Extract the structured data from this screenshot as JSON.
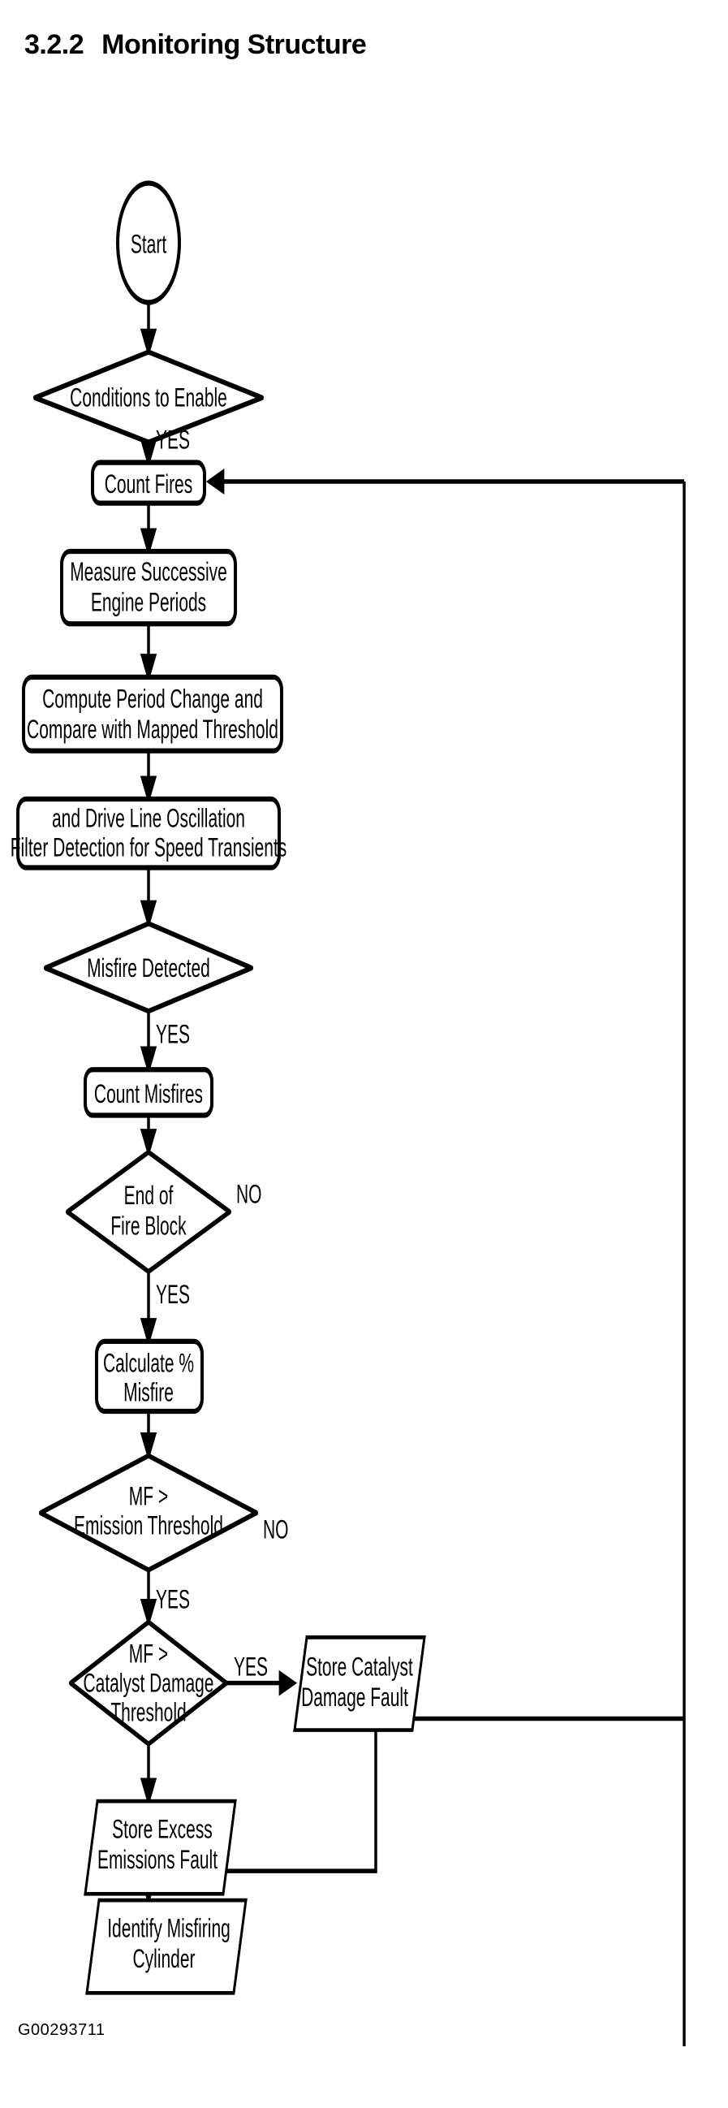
{
  "document": {
    "heading_number": "3.2.2",
    "heading_title": "Monitoring Structure",
    "figure_id": "G00293711"
  },
  "diagram": {
    "type": "flowchart",
    "orientation": "top-to-bottom",
    "nodes": [
      {
        "id": "start",
        "shape": "terminator-ellipse",
        "lines": [
          "Start"
        ]
      },
      {
        "id": "conditions",
        "shape": "decision-diamond",
        "lines": [
          "Conditions to Enable"
        ]
      },
      {
        "id": "count_fires",
        "shape": "process-rounded",
        "lines": [
          "Count Fires"
        ]
      },
      {
        "id": "measure_periods",
        "shape": "process-rounded",
        "lines": [
          "Measure Successive",
          "Engine Periods"
        ]
      },
      {
        "id": "compute_period",
        "shape": "process-rounded",
        "lines": [
          "Compute Period Change and",
          "Compare with Mapped Threshold"
        ]
      },
      {
        "id": "filter_detection",
        "shape": "process-rounded",
        "lines": [
          "and Drive Line Oscillation",
          "Filter Detection for Speed Transients"
        ]
      },
      {
        "id": "misfire_detected",
        "shape": "decision-diamond",
        "lines": [
          "Misfire Detected"
        ]
      },
      {
        "id": "count_misfires",
        "shape": "process-rounded",
        "lines": [
          "Count Misfires"
        ]
      },
      {
        "id": "end_fire_block",
        "shape": "decision-diamond",
        "lines": [
          "End of",
          "Fire Block"
        ]
      },
      {
        "id": "calculate_pct",
        "shape": "process-rounded",
        "lines": [
          "Calculate %",
          "Misfire"
        ]
      },
      {
        "id": "mf_emission",
        "shape": "decision-diamond",
        "lines": [
          "MF >",
          "Emission Threshold"
        ]
      },
      {
        "id": "mf_catalyst",
        "shape": "decision-diamond",
        "lines": [
          "MF >",
          "Catalyst Damage",
          "Threshold"
        ]
      },
      {
        "id": "store_catalyst",
        "shape": "io-parallelogram",
        "lines": [
          "Store Catalyst",
          "Damage Fault"
        ]
      },
      {
        "id": "store_excess",
        "shape": "io-parallelogram",
        "lines": [
          "Store Excess",
          "Emissions Fault"
        ]
      },
      {
        "id": "identify_cyl",
        "shape": "io-parallelogram",
        "lines": [
          "Identify Misfiring",
          "Cylinder"
        ]
      }
    ],
    "edges": [
      {
        "from": "start",
        "to": "conditions",
        "label": ""
      },
      {
        "from": "conditions",
        "to": "count_fires",
        "label": "YES"
      },
      {
        "from": "count_fires",
        "to": "measure_periods",
        "label": ""
      },
      {
        "from": "measure_periods",
        "to": "compute_period",
        "label": ""
      },
      {
        "from": "compute_period",
        "to": "filter_detection",
        "label": ""
      },
      {
        "from": "filter_detection",
        "to": "misfire_detected",
        "label": ""
      },
      {
        "from": "misfire_detected",
        "to": "count_misfires",
        "label": "YES"
      },
      {
        "from": "count_misfires",
        "to": "end_fire_block",
        "label": ""
      },
      {
        "from": "end_fire_block",
        "to": "count_fires",
        "label": "NO"
      },
      {
        "from": "end_fire_block",
        "to": "calculate_pct",
        "label": "YES"
      },
      {
        "from": "calculate_pct",
        "to": "mf_emission",
        "label": ""
      },
      {
        "from": "mf_emission",
        "to": "count_fires",
        "label": "NO"
      },
      {
        "from": "mf_emission",
        "to": "mf_catalyst",
        "label": "YES"
      },
      {
        "from": "mf_catalyst",
        "to": "store_catalyst",
        "label": "YES"
      },
      {
        "from": "mf_catalyst",
        "to": "store_excess",
        "label": ""
      },
      {
        "from": "store_catalyst",
        "to": "identify_cyl",
        "label": ""
      },
      {
        "from": "store_excess",
        "to": "identify_cyl",
        "label": ""
      }
    ],
    "labels": {
      "yes_1": "YES",
      "yes_2": "YES",
      "yes_3": "YES",
      "yes_4": "YES",
      "yes_5": "YES",
      "no_1": "NO",
      "no_2": "NO"
    },
    "text": {
      "start": "Start",
      "conditions": "Conditions to Enable",
      "count_fires": "Count Fires",
      "measure_l1": "Measure Successive",
      "measure_l2": "Engine Periods",
      "compute_l1": "Compute Period Change and",
      "compute_l2": "Compare with Mapped Threshold",
      "filter_l1": "and Drive Line Oscillation",
      "filter_l2": "Filter Detection for Speed Transients",
      "misfire_detected": "Misfire Detected",
      "count_misfires": "Count Misfires",
      "endblock_l1": "End of",
      "endblock_l2": "Fire Block",
      "calc_l1": "Calculate %",
      "calc_l2": "Misfire",
      "mfem_l1": "MF >",
      "mfem_l2": "Emission Threshold",
      "mfcat_l1": "MF >",
      "mfcat_l2": "Catalyst Damage",
      "mfcat_l3": "Threshold",
      "storecat_l1": "Store Catalyst",
      "storecat_l2": "Damage Fault",
      "storeexc_l1": "Store Excess",
      "storeexc_l2": "Emissions Fault",
      "identify_l1": "Identify Misfiring",
      "identify_l2": "Cylinder"
    }
  },
  "colors": {
    "ink": "#000000",
    "paper": "#ffffff"
  }
}
